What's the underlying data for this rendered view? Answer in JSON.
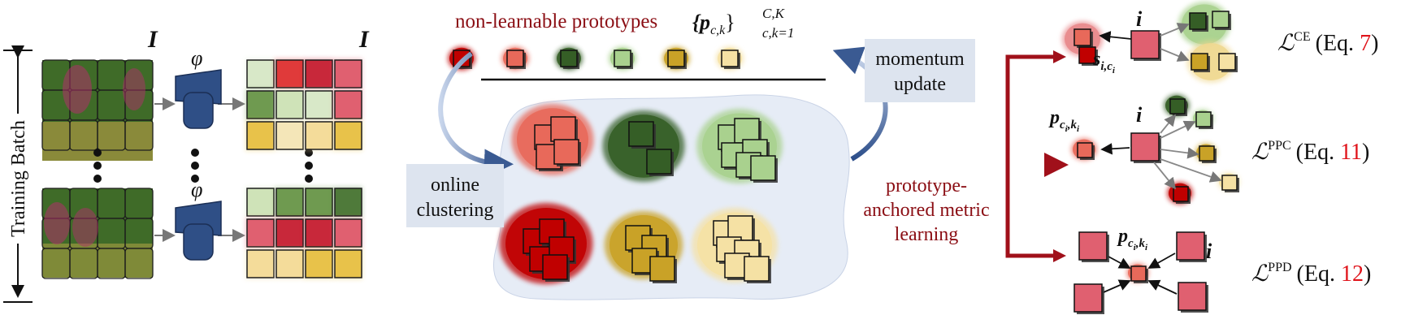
{
  "left": {
    "image_symbol": "I",
    "feature_output_symbol": "I",
    "encoder_symbol": "φ",
    "batch_label": "Training Batch"
  },
  "prototypes": {
    "title": "non-learnable prototypes",
    "set_symbol": "{p",
    "subscript": "c,k",
    "set_close": "}",
    "superscript": "C,K",
    "lower_bound": "c,k=1"
  },
  "labels": {
    "online_1": "online",
    "online_2": "clustering",
    "momentum_1": "momentum",
    "momentum_2": "update",
    "pml_1": "prototype-",
    "pml_2": "anchored metric",
    "pml_3": "learning"
  },
  "losses": {
    "ce": {
      "symbol": "ℒ",
      "sup": "CE",
      "eq_open": "(Eq. ",
      "eq_num": "7",
      "eq_close": ")"
    },
    "ppc": {
      "symbol": "ℒ",
      "sup": "PPC",
      "eq_open": "(Eq. ",
      "eq_num": "11",
      "eq_close": ")"
    },
    "ppd": {
      "symbol": "ℒ",
      "sup": "PPD",
      "eq_open": "(Eq. ",
      "eq_num": "12",
      "eq_close": ")"
    }
  },
  "math": {
    "i_symbol": "i",
    "s_symbol": "s",
    "s_subscript": "i,c",
    "s_subsub": "i",
    "p_symbol": "p",
    "p_subscript": "c",
    "p_subsub": "i",
    "p_subscript_k": ",k",
    "p_subsub_k": "i"
  },
  "colors": {
    "class1": "#e8695a",
    "class2": "#355e26",
    "class3": "#a9d18e",
    "class4": "#c00000",
    "class5": "#c9a227",
    "class6": "#f5e1a4",
    "cluster_bg": "#e6ecf6",
    "dark_red": "#8b0e14",
    "encoder_blue": "#2f4f86",
    "grass": "#3f6b28"
  }
}
